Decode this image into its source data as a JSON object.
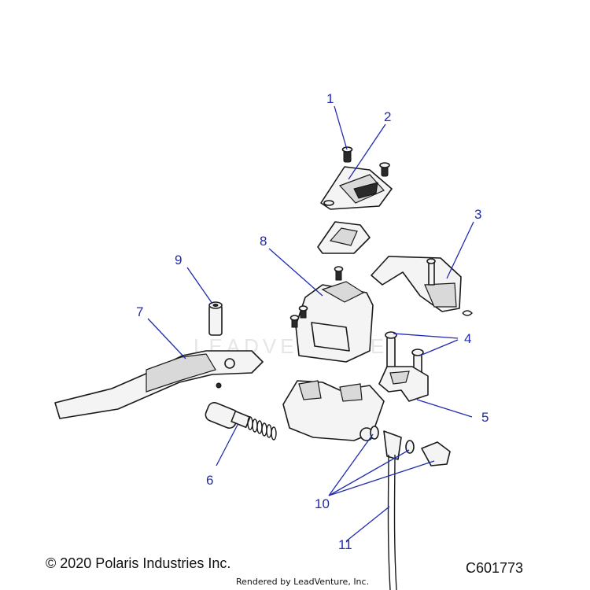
{
  "callouts": [
    "1",
    "2",
    "3",
    "4",
    "5",
    "6",
    "7",
    "8",
    "9",
    "10",
    "11"
  ],
  "watermark": "LEADVENTURE",
  "footer": {
    "copyright": "© 2020 Polaris Industries Inc.",
    "rendered_by": "Rendered by LeadVenture, Inc.",
    "diagram_code": "C601773"
  },
  "colors": {
    "callout": "#1f2bb0",
    "outline": "#1a1a1a"
  }
}
